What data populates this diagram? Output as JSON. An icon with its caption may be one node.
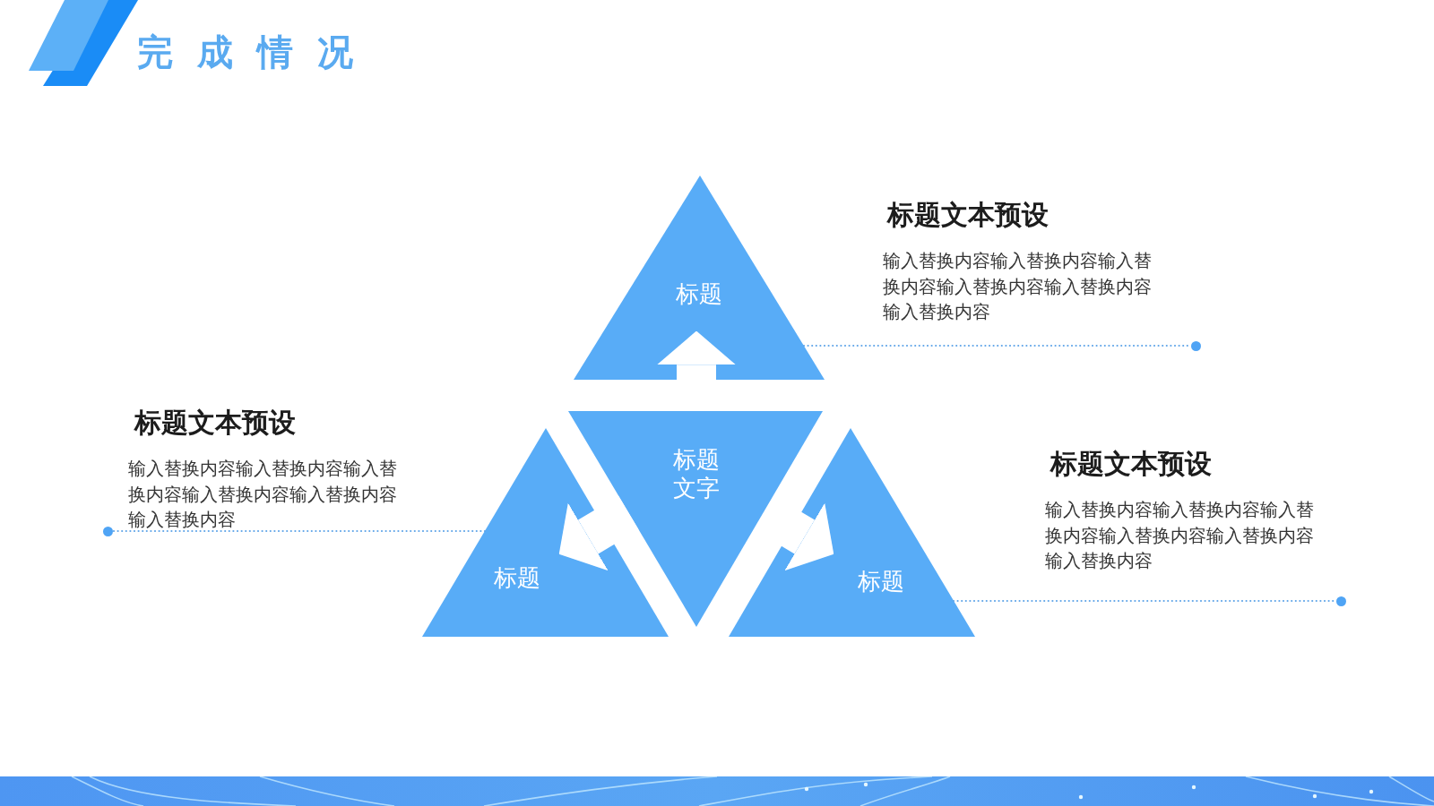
{
  "diagram": {
    "title": "完成情况",
    "nodes": [
      {
        "text": [
          "标题"
        ]
      },
      {
        "text": [
          "标题文字"
        ]
      },
      {
        "text": [
          "标题"
        ]
      },
      {
        "text": [
          "标题"
        ]
      },
      {
        "text": [],
        "shape": "circle"
      },
      {
        "text": [],
        "shape": "circle"
      },
      {
        "text": [],
        "shape": "circle"
      }
    ],
    "edges": [
      {
        "from": 1,
        "to": 0,
        "arrow": "to",
        "style": "thick",
        "color": "#ffffff"
      },
      {
        "from": 1,
        "to": 2,
        "arrow": "to",
        "style": "thick",
        "color": "#ffffff"
      },
      {
        "from": 1,
        "to": 3,
        "arrow": "to",
        "style": "thick",
        "color": "#ffffff"
      },
      {
        "from": 0,
        "to": 4,
        "arrow": "none",
        "style": "dashed",
        "color": "#5ea4e8"
      },
      {
        "from": 2,
        "to": 5,
        "arrow": "none",
        "style": "dashed",
        "color": "#5ea4e8"
      },
      {
        "from": 3,
        "to": 6,
        "arrow": "none",
        "style": "dashed",
        "color": "#5ea4e8"
      }
    ],
    "labels": [
      "标题文本预设",
      "输入替换内容输入替换内容输入替换内容输入替换内容输入替换内容输入替换内容",
      "标题文本预设",
      "输入替换内容输入替换内容输入替换内容输入替换内容输入替换内容输入替换内容",
      "标题文本预设",
      "输入替换内容输入替换内容输入替换内容输入替换内容输入替换内容输入替换内容"
    ]
  }
}
